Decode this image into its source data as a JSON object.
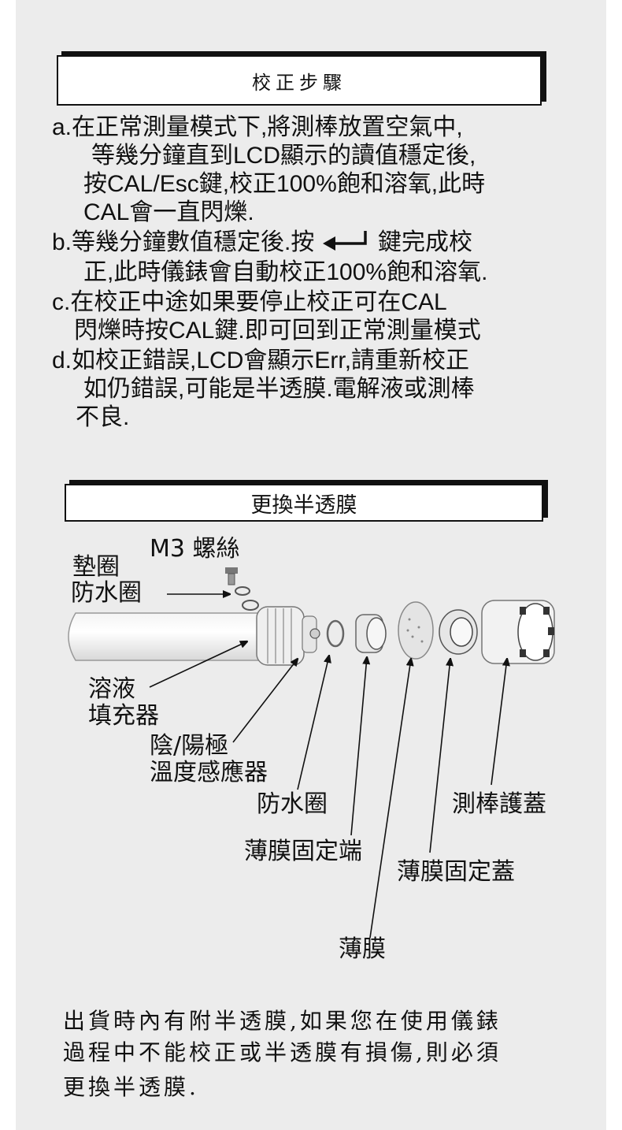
{
  "section1": {
    "title": "校正步驟",
    "lines": [
      "a.在正常測量模式下,將測棒放置空氣中,",
      "等幾分鐘直到LCD顯示的讀值穩定後,",
      "按CAL/Esc鍵,校正100%飽和溶氧,此時",
      "CAL會一直閃爍.",
      "b.等幾分鐘數值穩定後.按",
      "鍵完成校",
      "正,此時儀錶會自動校正100%飽和溶氧.",
      "c.在校正中途如果要停止校正可在CAL",
      "閃爍時按CAL鍵.即可回到正常測量模式",
      "d.如校正錯誤,LCD會顯示Err,請重新校正",
      "如仍錯誤,可能是半透膜.電解液或測棒",
      "不良."
    ]
  },
  "section2": {
    "title": "更換半透膜",
    "labels": {
      "m3_screw": "M3 螺絲",
      "washer": "墊圈",
      "waterproof_ring_1": "防水圈",
      "filler_1": "溶液",
      "filler_2": "填充器",
      "sensor_1": "陰/陽極",
      "sensor_2": "溫度感應器",
      "waterproof_ring_2": "防水圈",
      "membrane_holder_end": "薄膜固定端",
      "membrane_holder_cap": "薄膜固定蓋",
      "membrane": "薄膜",
      "probe_cover": "測棒護蓋"
    }
  },
  "note": {
    "lines": [
      "出貨時內有附半透膜,如果您在使用儀錶",
      "過程中不能校正或半透膜有損傷,則必須",
      "更換半透膜."
    ]
  }
}
